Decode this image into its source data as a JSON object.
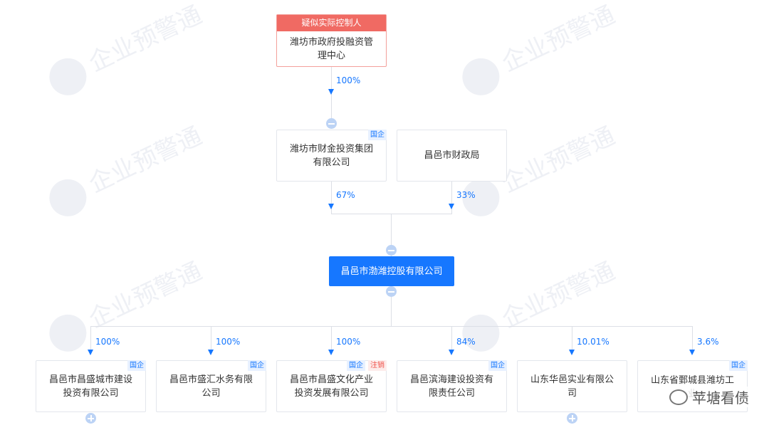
{
  "top": {
    "tag": "疑似实际控制人",
    "name": "潍坊市政府投融资管理中心"
  },
  "top_share": "100%",
  "level2": [
    {
      "name": "潍坊市财金投资集团有限公司",
      "tag": "国企",
      "share": "67%"
    },
    {
      "name": "昌邑市财政局",
      "tag": "",
      "share": "33%"
    }
  ],
  "main_company": "昌邑市渤潍控股有限公司",
  "subsidiaries": [
    {
      "name": "昌邑市昌盛城市建设投资有限公司",
      "share": "100%",
      "tags": [
        "国企"
      ]
    },
    {
      "name": "昌邑市盛汇水务有限公司",
      "share": "100%",
      "tags": [
        "国企"
      ]
    },
    {
      "name": "昌邑市昌盛文化产业投资发展有限公司",
      "share": "100%",
      "tags": [
        "国企",
        "注销"
      ]
    },
    {
      "name": "昌邑滨海建设投资有限责任公司",
      "share": "84%",
      "tags": [
        "国企"
      ]
    },
    {
      "name": "山东华邑实业有限公司",
      "share": "10.01%",
      "tags": []
    },
    {
      "name": "山东省鄄城县潍坊工业",
      "share": "3.6%",
      "tags": [
        "国企"
      ]
    }
  ],
  "watermark": "企业预警通",
  "wechat_label": "苹塘看债",
  "colors": {
    "primary": "#1677ff",
    "red": "#f06a63",
    "line": "#dcdfe6"
  }
}
